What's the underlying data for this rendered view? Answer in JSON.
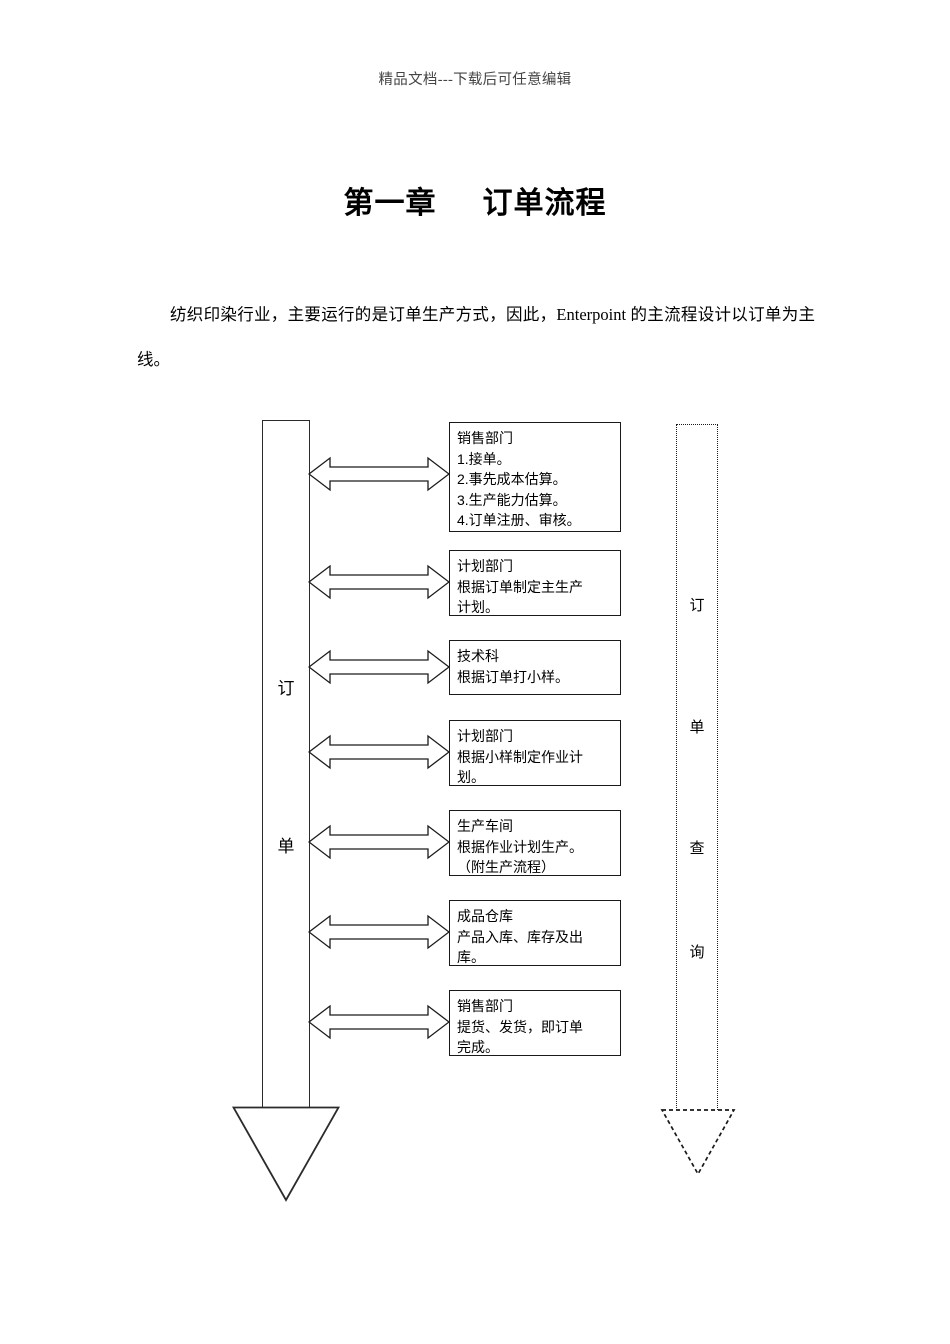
{
  "page": {
    "header_note": "精品文档---下载后可任意编辑",
    "chapter_number": "第一章",
    "chapter_title": "订单流程",
    "intro_paragraph": "纺织印染行业，主要运行的是订单生产方式，因此，Enterpoint 的主流程设计以订单为主线。"
  },
  "flowchart": {
    "type": "process-flow-diagram",
    "main_bar": {
      "label_chars": [
        "订",
        "单"
      ],
      "label_full": "订单",
      "style": "solid-outline-vertical-arrow",
      "arrowhead": "down"
    },
    "query_bar": {
      "label_chars": [
        "订",
        "单",
        "查",
        "询"
      ],
      "label_full": "订单查询",
      "style": "dotted-outline-vertical-arrow",
      "arrowhead": "down"
    },
    "connector": {
      "type": "double-headed-block-arrow",
      "count": 7
    },
    "steps": [
      {
        "id": 1,
        "department": "销售部门",
        "lines": [
          "1.接单。",
          "2.事先成本估算。",
          "3.生产能力估算。",
          "4.订单注册、审核。"
        ],
        "text": "销售部门\n1.接单。\n2.事先成本估算。\n3.生产能力估算。\n4.订单注册、审核。"
      },
      {
        "id": 2,
        "department": "计划部门",
        "lines": [
          "根据订单制定主生产计划。"
        ],
        "text": "计划部门\n根据订单制定主生产\n计划。"
      },
      {
        "id": 3,
        "department": "技术科",
        "lines": [
          "根据订单打小样。"
        ],
        "text": "技术科\n根据订单打小样。"
      },
      {
        "id": 4,
        "department": "计划部门",
        "lines": [
          "根据小样制定作业计划。"
        ],
        "text": "计划部门\n根据小样制定作业计\n划。"
      },
      {
        "id": 5,
        "department": "生产车间",
        "lines": [
          "根据作业计划生产。",
          "（附生产流程）"
        ],
        "text": "生产车间\n根据作业计划生产。\n（附生产流程）"
      },
      {
        "id": 6,
        "department": "成品仓库",
        "lines": [
          "产品入库、库存及出库。"
        ],
        "text": "成品仓库\n产品入库、库存及出\n库。"
      },
      {
        "id": 7,
        "department": "销售部门",
        "lines": [
          "提货、发货，即订单完成。"
        ],
        "text": "销售部门\n提货、发货，即订单\n完成。"
      }
    ]
  },
  "colors": {
    "ink": "#1a1a1a",
    "header_note": "#444444",
    "paper": "#ffffff"
  }
}
